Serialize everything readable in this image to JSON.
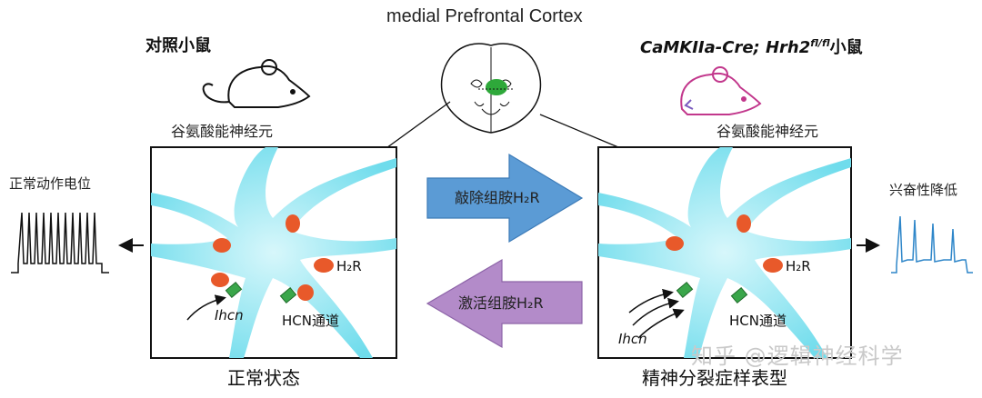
{
  "title": "medial Prefrontal Cortex",
  "control": {
    "group_label": "对照小鼠",
    "neuron_type": "谷氨酸能神经元",
    "receptor": "H₂R",
    "channel": "HCN通道",
    "current": "Ihcn",
    "state": "正常状态",
    "output": "正常动作电位"
  },
  "knockout": {
    "group_label_italic": "CaMKIIa-Cre; Hrh2",
    "group_label_sup": "fl/fl",
    "group_label_tail": "小鼠",
    "neuron_type": "谷氨酸能神经元",
    "receptor": "H₂R",
    "channel": "HCN通道",
    "current": "Ihcn",
    "state": "精神分裂症样表型",
    "output": "兴奋性降低"
  },
  "arrows": {
    "knockout": "敲除组胺H₂R",
    "activate": "激活组胺H₂R"
  },
  "watermark": "知乎 @逻辑神经科学",
  "colors": {
    "neuron": "#7fe0ef",
    "receptor": "#e8592a",
    "channel": "#3aa64a",
    "knockout_arrow": "#5b9bd5",
    "activate_arrow": "#b38bc9",
    "control_mouse": "#111111",
    "knockout_mouse": "#c2378c",
    "knockout_trace": "#2e86c9"
  }
}
